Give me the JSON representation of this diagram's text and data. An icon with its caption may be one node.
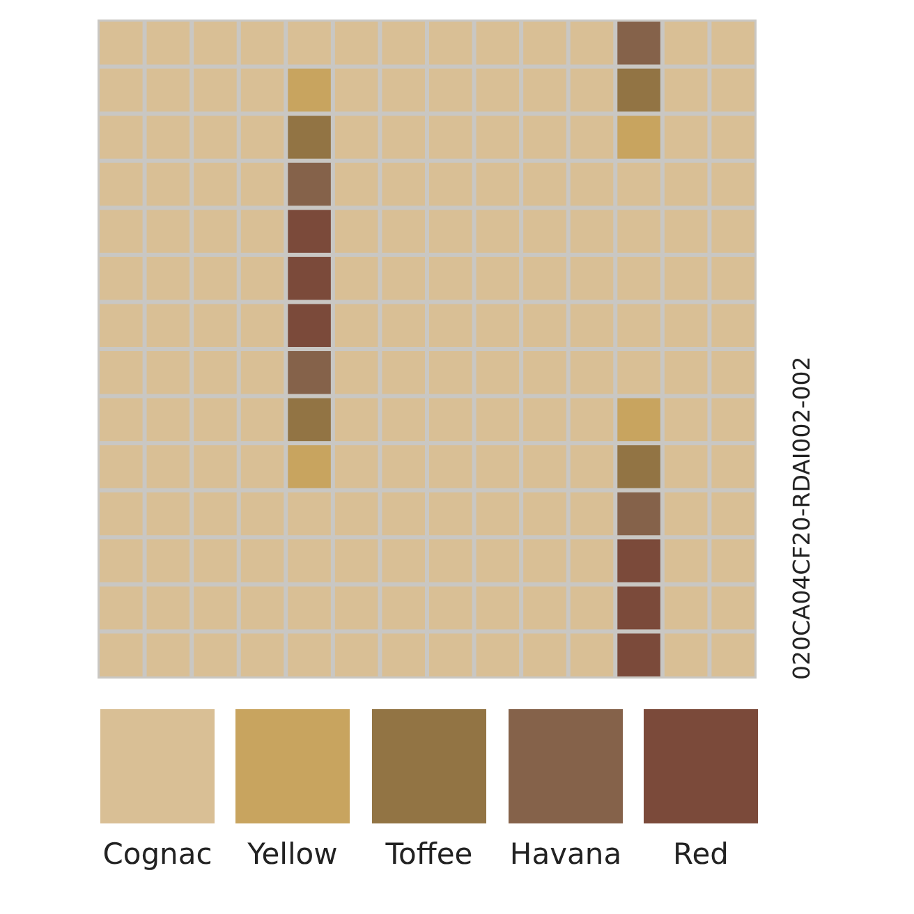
{
  "diagram": {
    "labels": [
      "020CA04CF20-RDAI002-002"
    ],
    "legend": [
      {
        "text": "Cognac",
        "color": "#d9bf95"
      },
      {
        "text": "Yellow",
        "color": "#c8a45f"
      },
      {
        "text": "Toffee",
        "color": "#927444"
      },
      {
        "text": "Havana",
        "color": "#85624a"
      },
      {
        "text": "Red",
        "color": "#7b4a3a"
      }
    ]
  }
}
